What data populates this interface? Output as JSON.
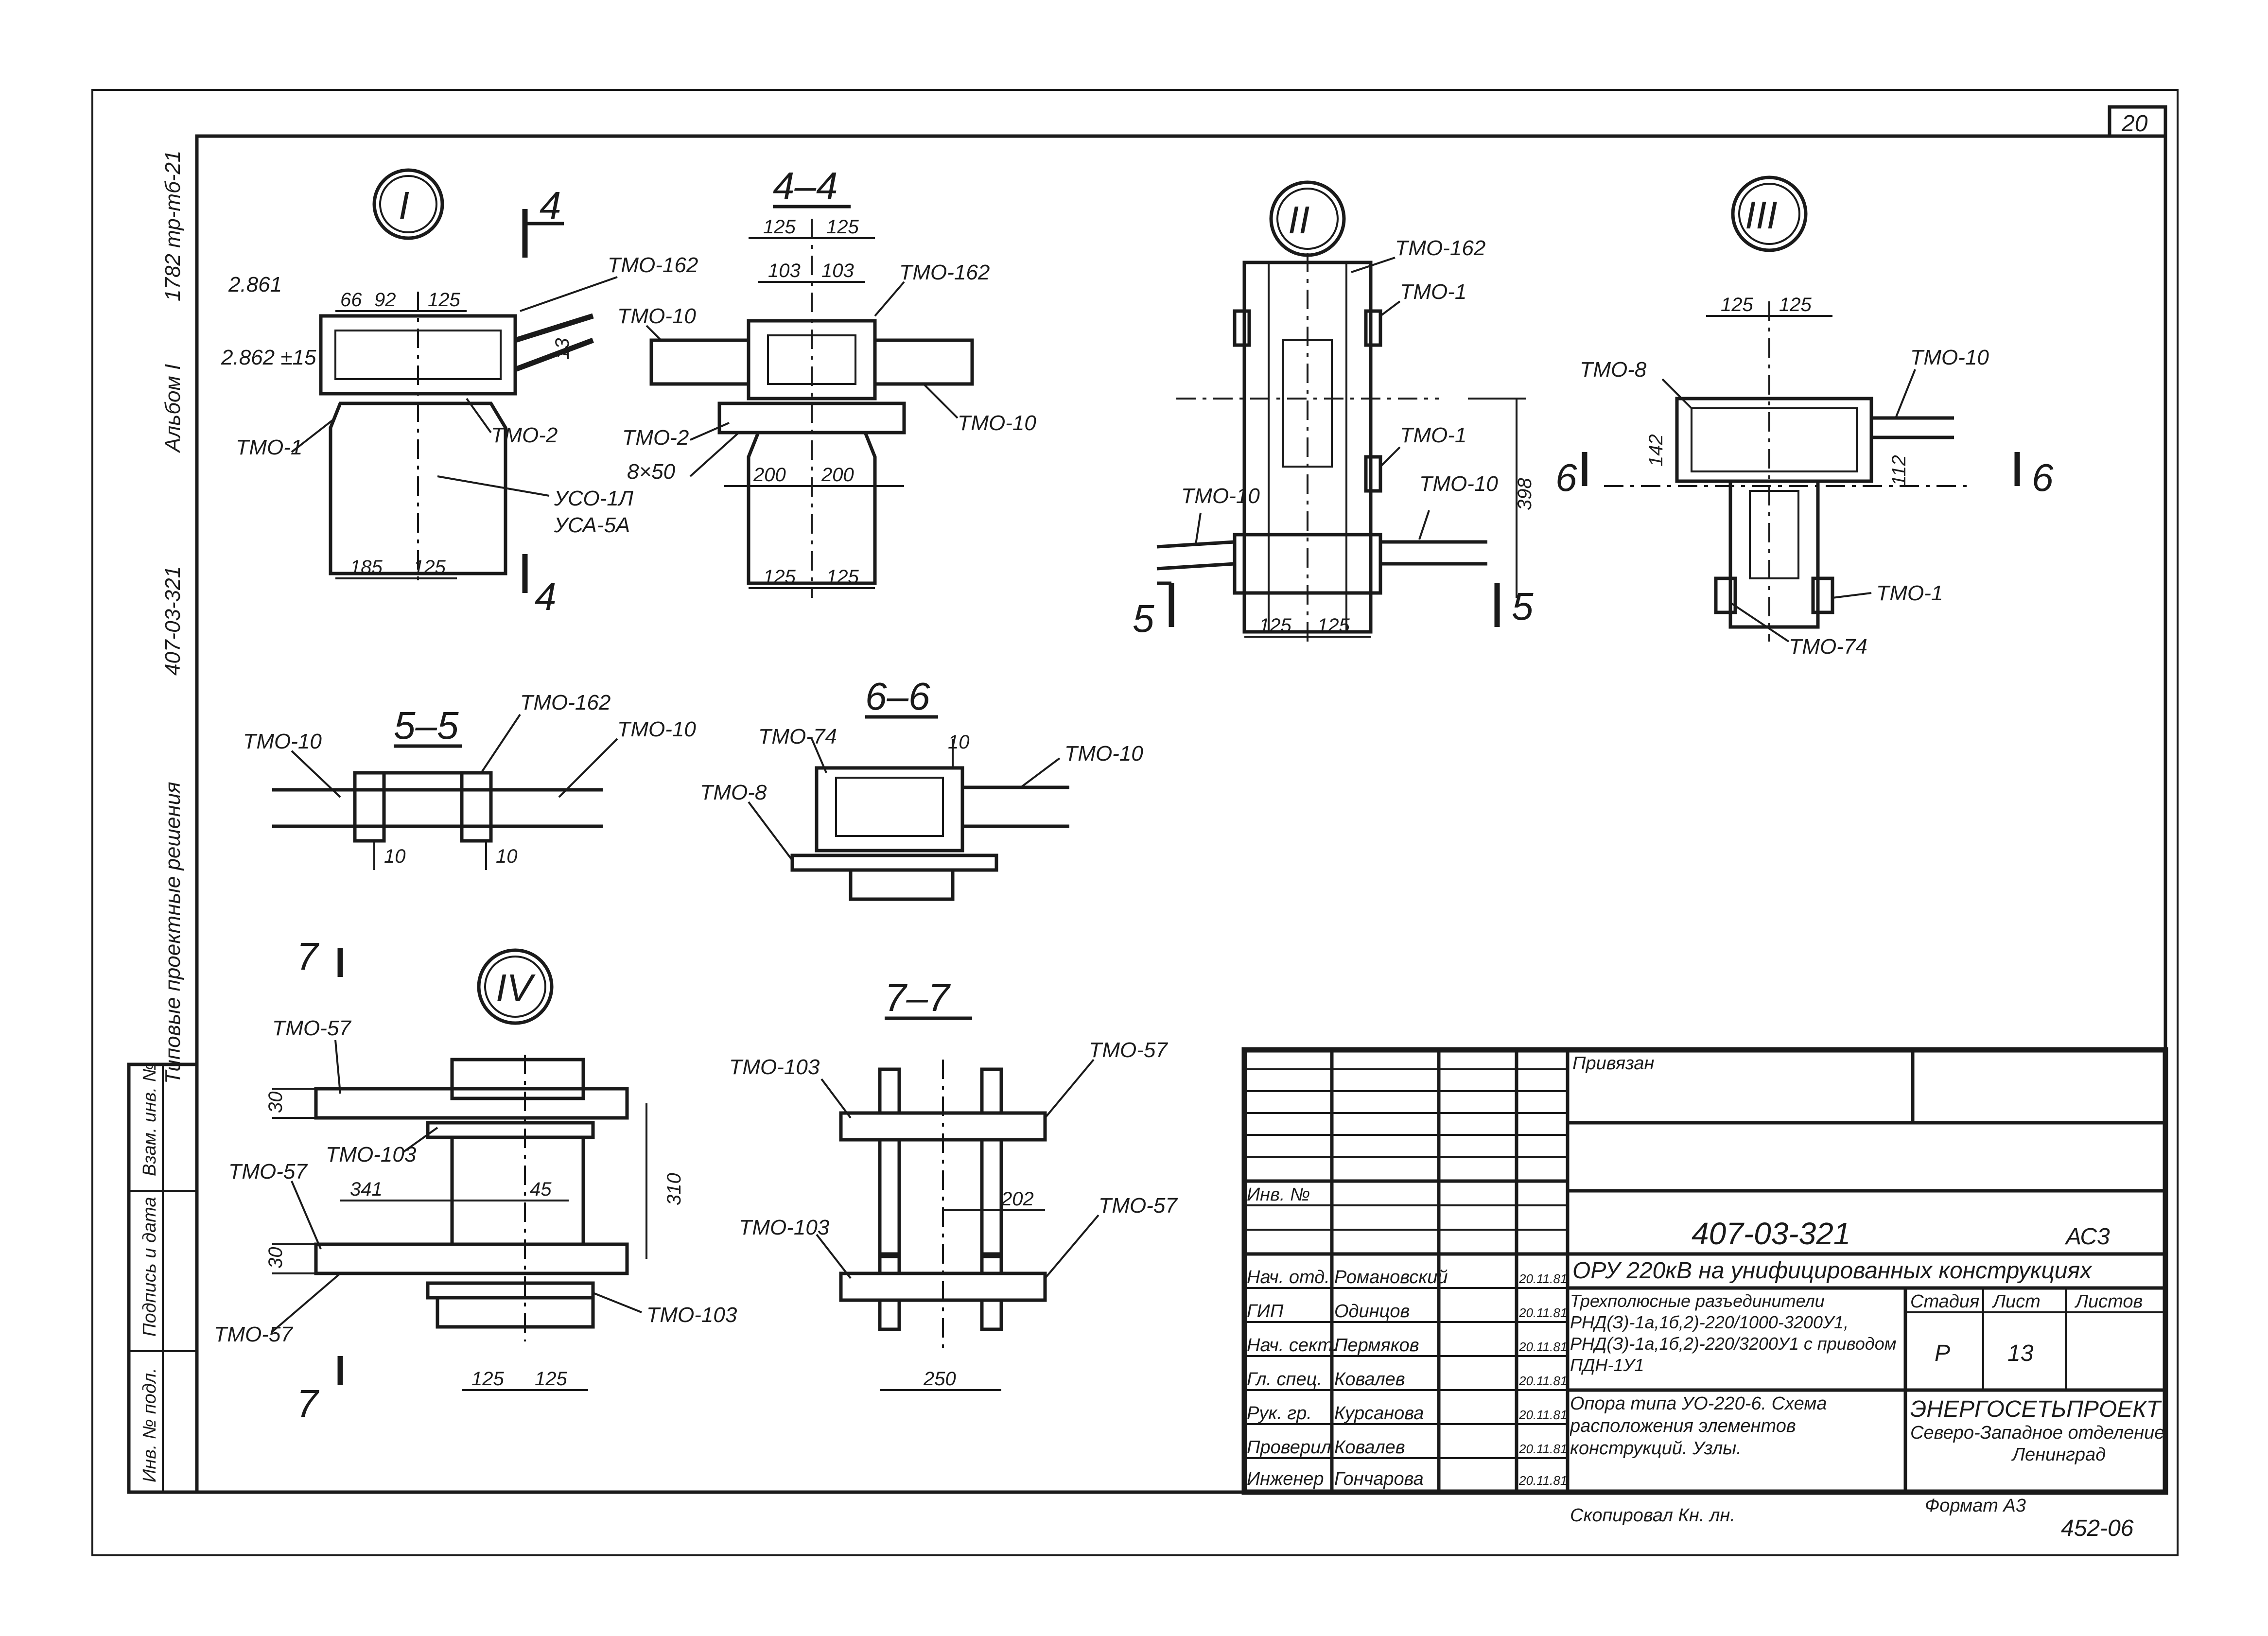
{
  "sheet": {
    "page_number": "20",
    "side_texts": [
      "Типовые проектные решения",
      "407-03-321",
      "Альбом I",
      "1782 тр-тб-21"
    ],
    "stamp_cells": [
      "Инв. № подл.",
      "Подпись и дата",
      "Взам. инв. №"
    ]
  },
  "views": {
    "view1": {
      "title": "I",
      "cut_mark": "4",
      "labels": [
        "ТМО-162",
        "ТМО-1",
        "ТМО-2",
        "УСО-1Л",
        "УСА-5А"
      ],
      "elevations": [
        "2.861",
        "2.862 ±15"
      ],
      "dims": [
        "66",
        "92",
        "125",
        "185",
        "125",
        "13"
      ]
    },
    "view44": {
      "title": "4–4",
      "labels": [
        "ТМО-162",
        "ТМО-10",
        "ТМО-10",
        "ТМО-2",
        "8×50"
      ],
      "dims": [
        "125",
        "125",
        "103",
        "103",
        "200",
        "200",
        "125",
        "125"
      ]
    },
    "view2": {
      "title": "II",
      "cut_mark": "5",
      "labels": [
        "ТМО-162",
        "ТМО-1",
        "ТМО-1",
        "ТМО-10",
        "ТМО-10"
      ],
      "dims": [
        "398",
        "125",
        "125"
      ]
    },
    "view3": {
      "title": "III",
      "cut_mark": "6",
      "labels": [
        "ТМО-8",
        "ТМО-10",
        "ТМО-1",
        "ТМО-74"
      ],
      "dims": [
        "125",
        "125",
        "142",
        "112"
      ]
    },
    "view55": {
      "title": "5–5",
      "labels": [
        "ТМО-10",
        "ТМО-162",
        "ТМО-10"
      ],
      "dims": [
        "10",
        "10"
      ]
    },
    "view66": {
      "title": "6–6",
      "labels": [
        "ТМО-74",
        "ТМО-10",
        "ТМО-8"
      ],
      "dims": [
        "10"
      ]
    },
    "view4": {
      "title": "IV",
      "cut_mark": "7",
      "labels": [
        "ТМО-57",
        "ТМО-103",
        "ТМО-57",
        "ТМО-57",
        "ТМО-103"
      ],
      "dims": [
        "30",
        "30",
        "341",
        "45",
        "310",
        "125",
        "125"
      ]
    },
    "view77": {
      "title": "7–7",
      "labels": [
        "ТМО-103",
        "ТМО-57",
        "ТМО-103",
        "ТМО-57"
      ],
      "dims": [
        "202",
        "250"
      ]
    }
  },
  "title_block": {
    "privyazan": "Привязан",
    "inv_no": "Инв. №",
    "doc_code": "407-03-321",
    "mark": "АС3",
    "project_title": "ОРУ 220кВ на унифицированных конструкциях",
    "sheet_title": "Трехполюсные разъединители РНД(З)-1а,1б,2)-220/1000-3200У1, РНД(З)-1а,1б,2)-220/3200У1 с приводом ПДН-1У1",
    "drawing_title": "Опора типа УО-220-6. Схема расположения элементов конструкций. Узлы.",
    "stage_header": "Стадия",
    "sheet_header": "Лист",
    "sheets_header": "Листов",
    "stage": "Р",
    "sheet_no": "13",
    "org": "ЭНЕРГОСЕТЬПРОЕКТ",
    "org_dept": "Северо-Западное отделение",
    "org_city": "Ленинград",
    "signers": [
      {
        "role": "Нач. отд.",
        "name": "Романовский",
        "date": "20.11.81"
      },
      {
        "role": "ГИП",
        "name": "Одинцов",
        "date": "20.11.81"
      },
      {
        "role": "Нач. сект.",
        "name": "Пермяков",
        "date": "20.11.81"
      },
      {
        "role": "Гл. спец.",
        "name": "Ковалев",
        "date": "20.11.81"
      },
      {
        "role": "Рук. гр.",
        "name": "Курсанова",
        "date": "20.11.81"
      },
      {
        "role": "Проверил",
        "name": "Ковалев",
        "date": "20.11.81"
      },
      {
        "role": "Инженер",
        "name": "Гончарова",
        "date": "20.11.81"
      }
    ],
    "footer_left": "Скопировал Кн. лн.",
    "footer_format": "Формат А3",
    "footer_number": "452-06"
  }
}
